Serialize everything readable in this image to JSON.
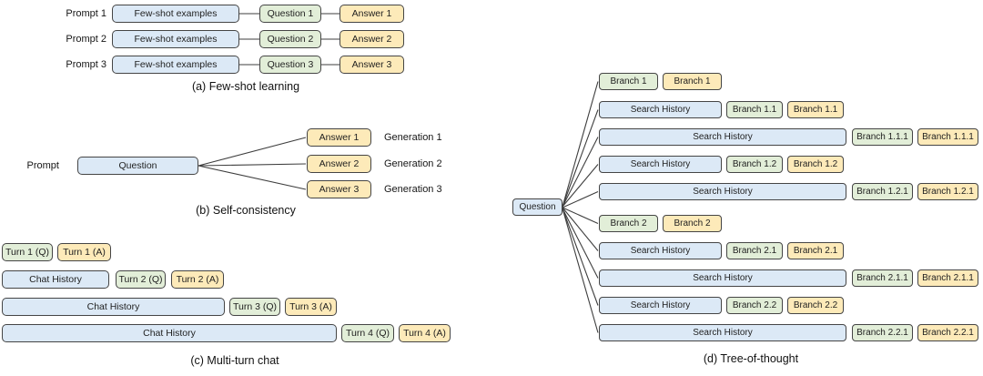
{
  "colors": {
    "box-blue": "#dce9f6",
    "box-green": "#e2eed8",
    "box-orange": "#fdeab9",
    "box-border": "#454545",
    "line": "#3d3d3d",
    "text": "#1f1f1f"
  },
  "section_a": {
    "caption": "(a) Few-shot learning",
    "rows": [
      {
        "label": "Prompt 1",
        "fewshot": "Few-shot examples",
        "question": "Question 1",
        "answer": "Answer 1"
      },
      {
        "label": "Prompt 2",
        "fewshot": "Few-shot examples",
        "question": "Question 2",
        "answer": "Answer 2"
      },
      {
        "label": "Prompt 3",
        "fewshot": "Few-shot examples",
        "question": "Question 3",
        "answer": "Answer 3"
      }
    ]
  },
  "section_b": {
    "caption": "(b) Self-consistency",
    "prompt_label": "Prompt",
    "question": "Question",
    "generations": [
      {
        "answer": "Answer 1",
        "label": "Generation 1"
      },
      {
        "answer": "Answer 2",
        "label": "Generation 2"
      },
      {
        "answer": "Answer 3",
        "label": "Generation 3"
      }
    ]
  },
  "section_c": {
    "caption": "(c) Multi-turn chat",
    "rows": [
      {
        "q": "Turn 1 (Q)",
        "a": "Turn 1 (A)"
      },
      {
        "history": "Chat History",
        "q": "Turn 2 (Q)",
        "a": "Turn 2 (A)"
      },
      {
        "history": "Chat History",
        "q": "Turn 3 (Q)",
        "a": "Turn 3 (A)"
      },
      {
        "history": "Chat History",
        "q": "Turn 4 (Q)",
        "a": "Turn 4 (A)"
      }
    ]
  },
  "section_d": {
    "caption": "(d) Tree-of-thought",
    "question": "Question",
    "rows": [
      {
        "q": "Branch 1",
        "a": "Branch 1"
      },
      {
        "history": "Search History",
        "q": "Branch 1.1",
        "a": "Branch 1.1"
      },
      {
        "history": "Search History",
        "q": "Branch 1.1.1",
        "a": "Branch 1.1.1"
      },
      {
        "history": "Search History",
        "q": "Branch 1.2",
        "a": "Branch 1.2"
      },
      {
        "history": "Search History",
        "q": "Branch 1.2.1",
        "a": "Branch 1.2.1"
      },
      {
        "q": "Branch 2",
        "a": "Branch 2"
      },
      {
        "history": "Search History",
        "q": "Branch 2.1",
        "a": "Branch 2.1"
      },
      {
        "history": "Search History",
        "q": "Branch 2.1.1",
        "a": "Branch 2.1.1"
      },
      {
        "history": "Search History",
        "q": "Branch 2.2",
        "a": "Branch 2.2"
      },
      {
        "history": "Search History",
        "q": "Branch 2.2.1",
        "a": "Branch 2.2.1"
      }
    ]
  }
}
